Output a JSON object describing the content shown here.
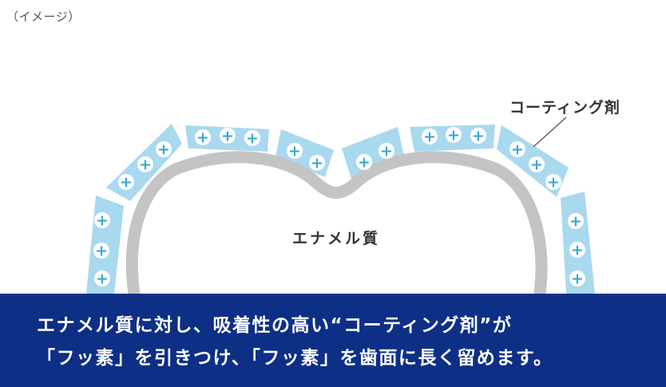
{
  "note": "（イメージ）",
  "labels": {
    "coating": "コーティング剤",
    "enamel": "エナメル質"
  },
  "banner": {
    "line1": "エナメル質に対し、吸着性の高い“コーティング剤”が",
    "line2": "「フッ素」を引きつけ、「フッ素」を歯面に長く留めます。"
  },
  "symbols": {
    "plus": "+"
  },
  "colors": {
    "coating_fill": "#a9d9ef",
    "plus_circle": "#ffffff",
    "plus_sign": "#38a9d0",
    "enamel_outline": "#c4c4c4",
    "banner_bg": "#0d2f86",
    "banner_text": "#ffffff"
  }
}
